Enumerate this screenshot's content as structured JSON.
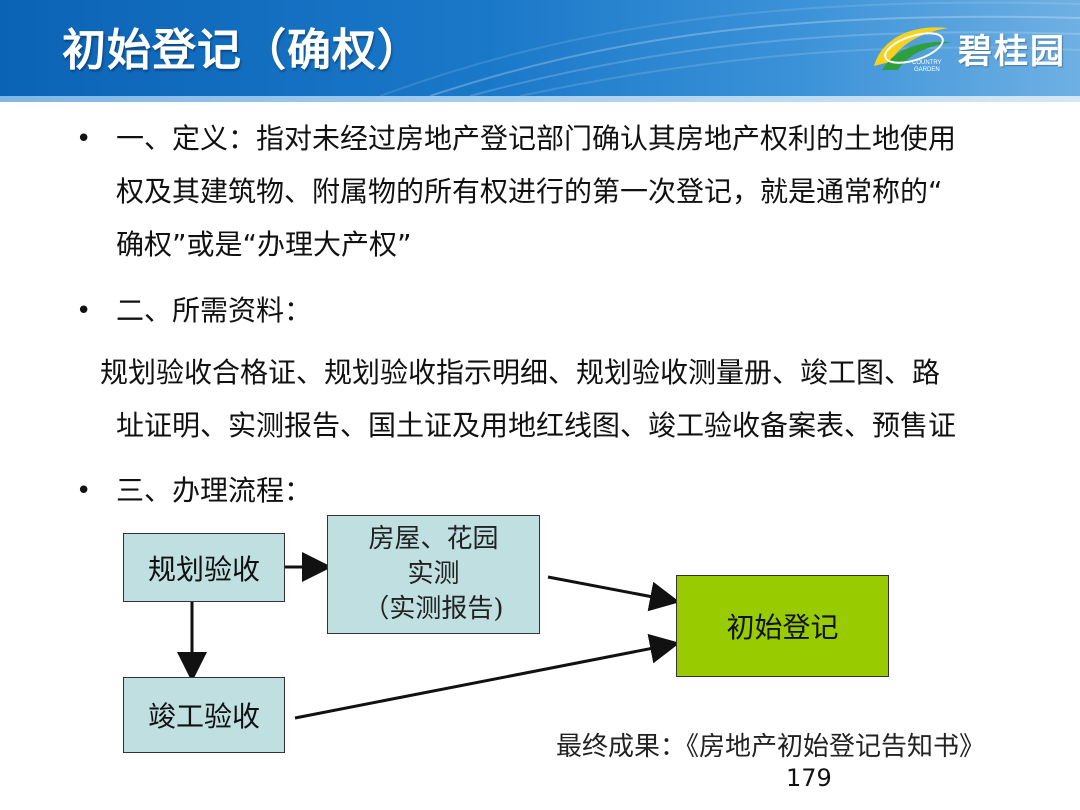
{
  "header": {
    "title": "初始登记（确权）",
    "logo": {
      "name": "碧桂园",
      "tagline_line1": "COUNTRY",
      "tagline_line2": "GARDEN"
    }
  },
  "sections": [
    {
      "lines": [
        "一、定义：指对未经过房地产登记部门确认其房地产权利的土地使用",
        "权及其建筑物、附属物的所有权进行的第一次登记，就是通常称的“",
        "确权”或是“办理大产权”"
      ]
    },
    {
      "lines": [
        "二、所需资料："
      ]
    },
    {
      "lines": [
        "规划验收合格证、规划验收指示明细、规划验收测量册、竣工图、路",
        "址证明、实测报告、国土证及用地红线图、竣工验收备案表、预售证"
      ]
    },
    {
      "lines": [
        "三、办理流程："
      ]
    }
  ],
  "bullet_symbol": "•",
  "flow": {
    "planning_acceptance": "规划验收",
    "survey": [
      "房屋、花园",
      "实测",
      "（实测报告)"
    ],
    "completion_acceptance": "竣工验收",
    "initial_registration": "初始登记"
  },
  "result_text": "最终成果：《房地产初始登记告知书》",
  "page_number": "179",
  "colors": {
    "header_blue": "#0c63b6",
    "box_blue": "#bfdfe0",
    "box_green": "#99cc00"
  }
}
